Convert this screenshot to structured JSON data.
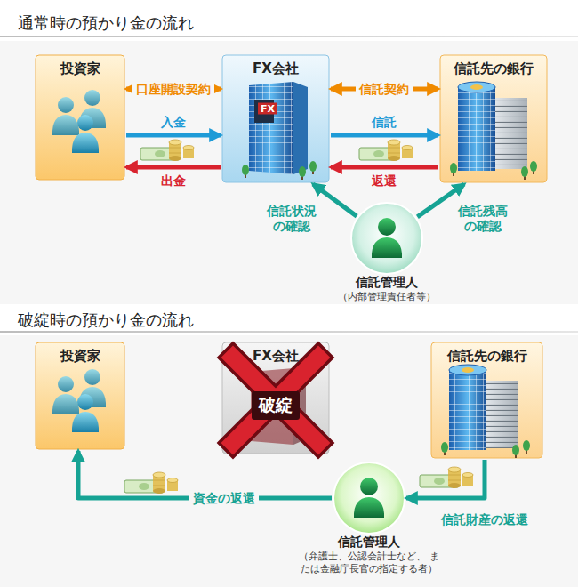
{
  "diagram": {
    "title": "通常時の預かり金の流れ",
    "nodes": [
      {
        "text": [
          "投資家"
        ]
      },
      {
        "text": [
          "FX会社"
        ]
      },
      {
        "text": [
          "信託先の銀行"
        ]
      },
      {
        "text": [
          "信託管理人",
          "（内部管理責任者等）"
        ]
      },
      {
        "text": [
          "投資家"
        ]
      },
      {
        "text": [
          "FX会社",
          "破綻"
        ]
      },
      {
        "text": [
          "信託先の銀行"
        ]
      },
      {
        "text": [
          "信託管理人",
          "（弁護士、公認会計士など、 または金融庁長官の指定する者）"
        ]
      }
    ],
    "edges": [
      {
        "from": 0,
        "to": 1,
        "arrow": "both",
        "label": "口座開設契約"
      },
      {
        "from": 0,
        "to": 1,
        "arrow": "to",
        "label": "入金"
      },
      {
        "from": 1,
        "to": 0,
        "arrow": "to",
        "label": "出金"
      },
      {
        "from": 1,
        "to": 2,
        "arrow": "both",
        "label": "信託契約"
      },
      {
        "from": 1,
        "to": 2,
        "arrow": "to",
        "label": "信託"
      },
      {
        "from": 2,
        "to": 1,
        "arrow": "to",
        "label": "返還"
      },
      {
        "from": 3,
        "to": 1,
        "arrow": "to",
        "label": "信託状況の確認"
      },
      {
        "from": 3,
        "to": 2,
        "arrow": "to",
        "label": "信託残高の確認"
      },
      {
        "from": 6,
        "to": 7,
        "arrow": "to",
        "label": "信託財産の返還"
      },
      {
        "from": 7,
        "to": 4,
        "arrow": "to",
        "label": "資金の返還"
      }
    ],
    "labels": [
      "破綻時の預かり金の流れ",
      "FX"
    ]
  }
}
